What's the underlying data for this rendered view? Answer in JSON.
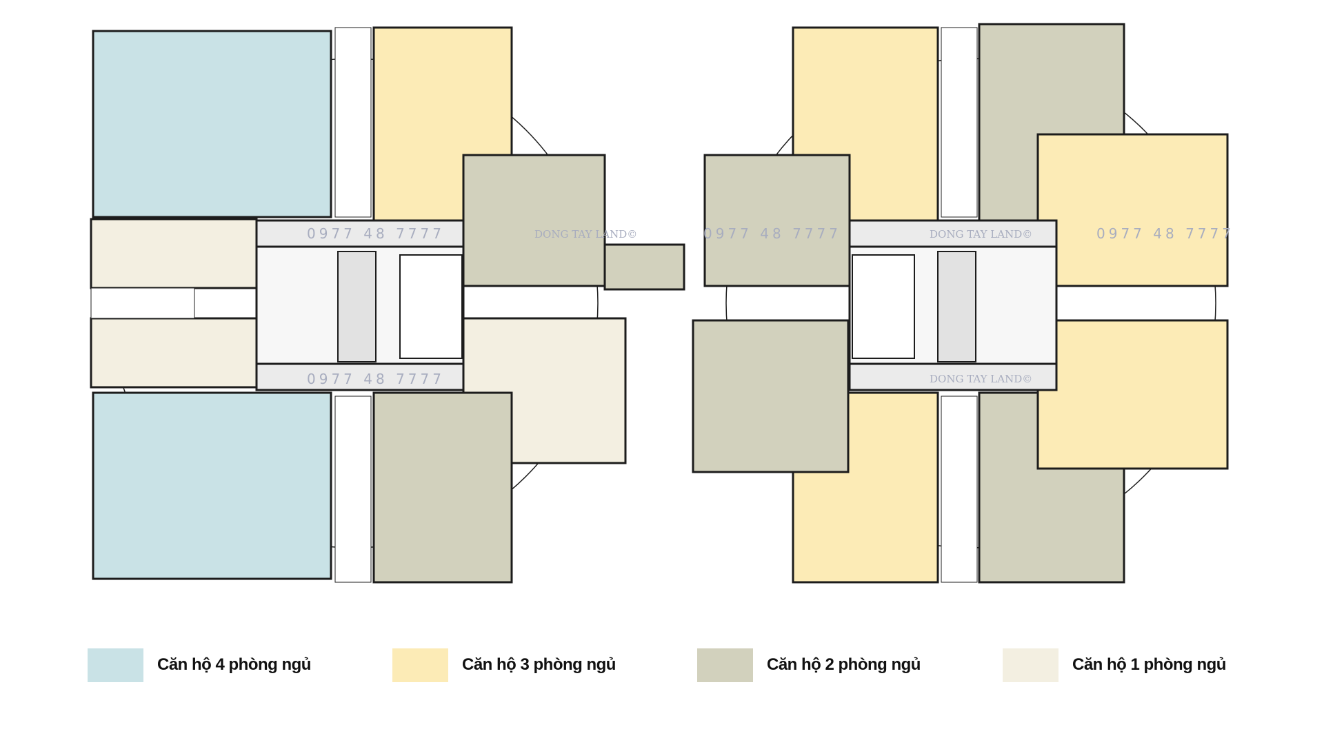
{
  "watermark": {
    "phone": "0977 48 7777",
    "brand": "DONG TAY LAND©"
  },
  "colors": {
    "four_bed": "#c9e2e6",
    "three_bed": "#fcebb6",
    "two_bed": "#d2d1bd",
    "one_bed": "#f3efe1",
    "wall": "#1c1c1c",
    "corridor": "#ebebeb"
  },
  "legend": [
    {
      "label": "Căn hộ 4 phòng ngủ",
      "color": "#c9e2e6"
    },
    {
      "label": "Căn hộ 3 phòng ngủ",
      "color": "#fcebb6"
    },
    {
      "label": "Căn hộ 2 phòng ngủ",
      "color": "#d2d1bd"
    },
    {
      "label": "Căn hộ 1 phòng ngủ",
      "color": "#f3efe1"
    }
  ]
}
